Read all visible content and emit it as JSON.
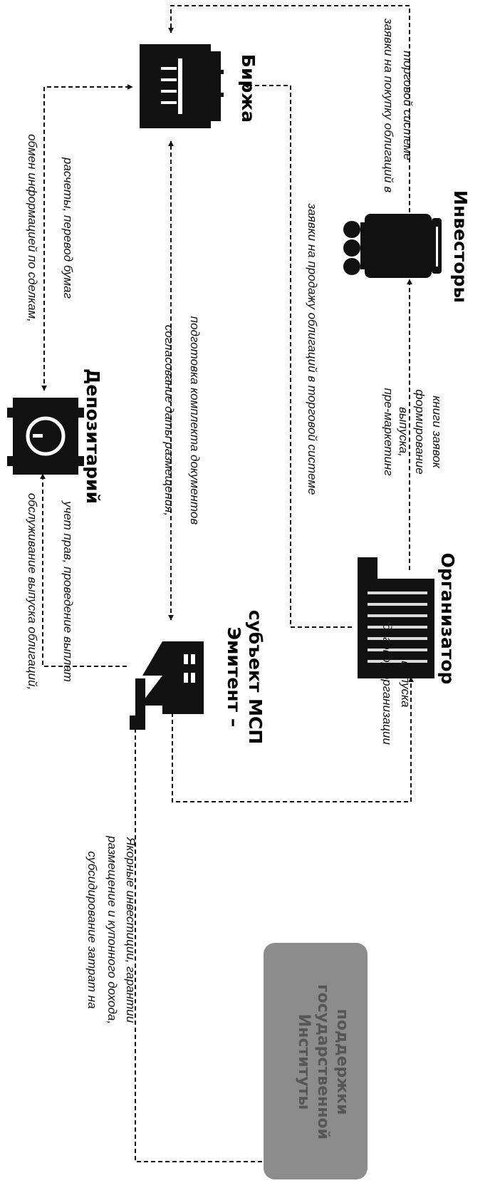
{
  "nodes": {
    "emitent_line1": "Эмитент –",
    "emitent_line2": "субъект МСП",
    "depozitariy": "Депозитарий",
    "birzha": "Биржа",
    "organizator": "Организатор",
    "investory": "Инвесторы",
    "gov_line1": "Институты",
    "gov_line2": "государственной",
    "gov_line3": "поддержки"
  },
  "labels": {
    "dep_emit_1": "обслуживание выпуска облигаций,",
    "dep_emit_2": "учет прав, проведение выплат",
    "dep_birzha_1": "обмен информацией по сделкам,",
    "dep_birzha_2": "расчеты, перевод бумаг",
    "emit_birzha_1": "согласование даты размещения,",
    "emit_birzha_2": "подготовка комплекта документов",
    "org_birzha": "заявки на продажу облигаций в торговой системе",
    "inv_birzha_1": "заявки на покупку облигаций в",
    "inv_birzha_2": "торговой системе",
    "org_inv_1": "пре-маркетинг",
    "org_inv_2": "выпуска,",
    "org_inv_3": "формирование",
    "org_inv_4": "книги заявок",
    "emit_org_1": "договор организации",
    "emit_org_2": "выпуска",
    "gov_emit_1": "субсидирование затрат на",
    "gov_emit_2": "размещение и купонного дохода,",
    "gov_emit_3": "Якорные инвестиции, гарантии"
  }
}
